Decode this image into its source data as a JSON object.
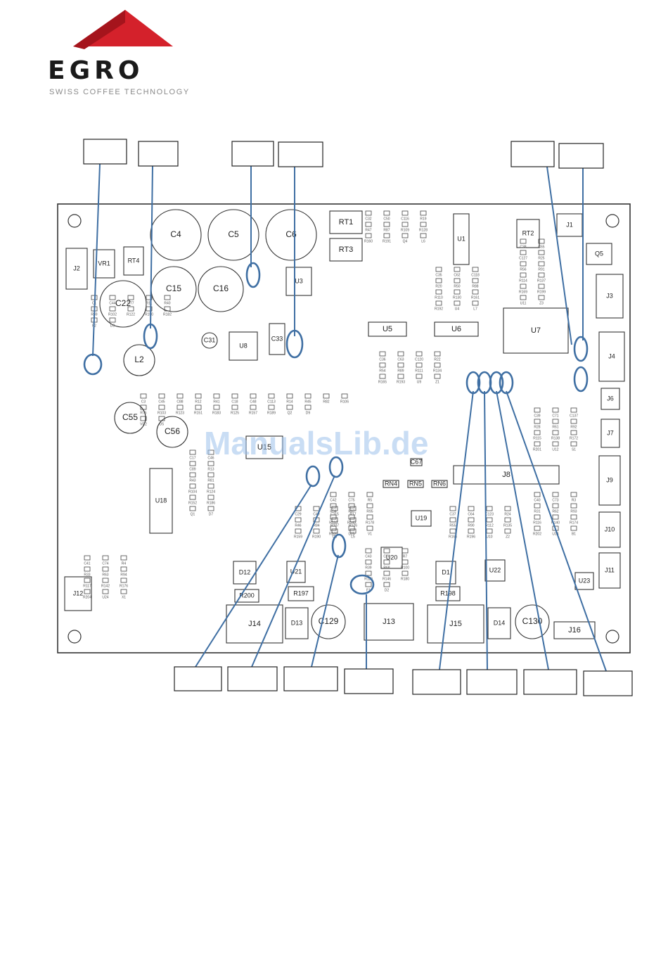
{
  "brand": {
    "name": "EGRO",
    "tagline": "SWISS COFFEE TECHNOLOGY",
    "roof_color": "#d4212b",
    "text_color": "#1a1a1a"
  },
  "watermark": "ManualsLib.de",
  "accent_color": "#3f6fa3",
  "labels": {
    "big": [
      "C4",
      "C5",
      "C6",
      "C15",
      "C16",
      "C22",
      "C31",
      "C33",
      "C55",
      "C56",
      "C129",
      "C130",
      "L2",
      "VR1",
      "RT1",
      "RT2",
      "RT3",
      "RT4",
      "J1",
      "J2",
      "J3",
      "J4",
      "J6",
      "J7",
      "J9",
      "J10",
      "J11",
      "J12",
      "J13",
      "J14",
      "J15",
      "J16",
      "U1",
      "U3",
      "U5",
      "U6",
      "U7",
      "U8",
      "U15",
      "U18",
      "U19",
      "U20",
      "U21",
      "U22",
      "U23",
      "D1",
      "D12",
      "D13",
      "D14",
      "Q5",
      "R197",
      "R198",
      "R200",
      "RN4",
      "RN5",
      "RN6",
      "C67",
      "J8"
    ],
    "small": [
      "C1",
      "C3",
      "C17",
      "C18",
      "C29",
      "C32",
      "C35",
      "C36",
      "C37",
      "C38",
      "C39",
      "C40",
      "C41",
      "C42",
      "C43",
      "C44",
      "C45",
      "C46",
      "C48",
      "C49",
      "C50",
      "C62",
      "C63",
      "C64",
      "C65",
      "C71",
      "C73",
      "C74",
      "C75",
      "C76",
      "C77",
      "C88",
      "C89",
      "C113",
      "C115",
      "C116",
      "C118",
      "C120",
      "C123",
      "C127",
      "C137",
      "R3",
      "R4",
      "R5",
      "R7",
      "R11",
      "R12",
      "R13",
      "R14",
      "R17",
      "R19",
      "R20",
      "R22",
      "R24",
      "R25",
      "R28",
      "R31",
      "R33",
      "R34",
      "R39",
      "R40",
      "R41",
      "R43",
      "R45",
      "R46",
      "R47",
      "R50",
      "R54",
      "R55",
      "R56",
      "R61",
      "R62",
      "R63",
      "R67",
      "R68",
      "R69",
      "R76",
      "R81",
      "R82",
      "R84",
      "R87",
      "R88",
      "R89",
      "R90",
      "R91",
      "R92",
      "R93",
      "R94",
      "R95",
      "R100",
      "R102",
      "R103",
      "R104",
      "R106",
      "R107",
      "R109",
      "R110",
      "R111",
      "R112",
      "R114",
      "R115",
      "R116",
      "R117",
      "R118",
      "R119",
      "R122",
      "R123",
      "R124",
      "R125",
      "R126",
      "R128",
      "R130",
      "R134",
      "R135",
      "R137",
      "R138",
      "R140",
      "R142",
      "R145",
      "R146",
      "R150",
      "R151",
      "R152",
      "R157",
      "R159",
      "R160",
      "R161",
      "R165",
      "R166",
      "R169",
      "R172",
      "R174",
      "R176",
      "R178",
      "R180",
      "R182",
      "R183",
      "R186",
      "R189",
      "R190",
      "R191",
      "R192",
      "R193",
      "R196",
      "R199",
      "R201",
      "R202",
      "R204",
      "R205",
      "F1",
      "F2",
      "VR2",
      "Q1",
      "Q2",
      "Q3",
      "Q4",
      "U4",
      "U9",
      "U10",
      "U11",
      "U12",
      "U14",
      "U24",
      "U25",
      "D2",
      "D3",
      "D5",
      "D7",
      "D9",
      "L5",
      "L6",
      "L7",
      "Z1",
      "Z2",
      "Z3",
      "S1",
      "B1",
      "X1",
      "V1"
    ]
  },
  "callouts": [
    "",
    "",
    "",
    "",
    "",
    "",
    "",
    "",
    "",
    "",
    "",
    "",
    "",
    "",
    ""
  ]
}
